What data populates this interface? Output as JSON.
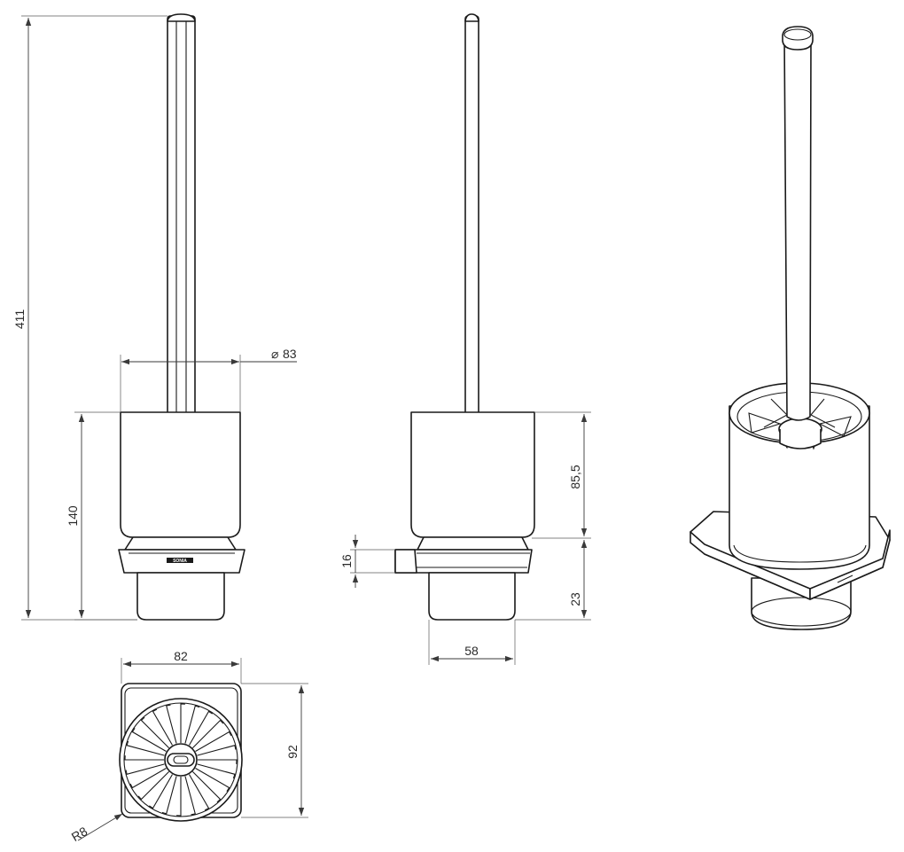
{
  "drawing": {
    "line_color": "#1a1a1a",
    "dimension_color": "#3a3a3a",
    "background": "#ffffff",
    "logo_mark": "SONIA"
  },
  "dimensions": {
    "total_height": "411",
    "diameter": "83",
    "diameter_symbol": "⌀",
    "holder_height": "140",
    "container_height": "85,5",
    "plate_thickness": "16",
    "bottom_height": "23",
    "cup_width": "58",
    "plate_width": "82",
    "plate_depth": "92",
    "corner_radius": "R8"
  }
}
